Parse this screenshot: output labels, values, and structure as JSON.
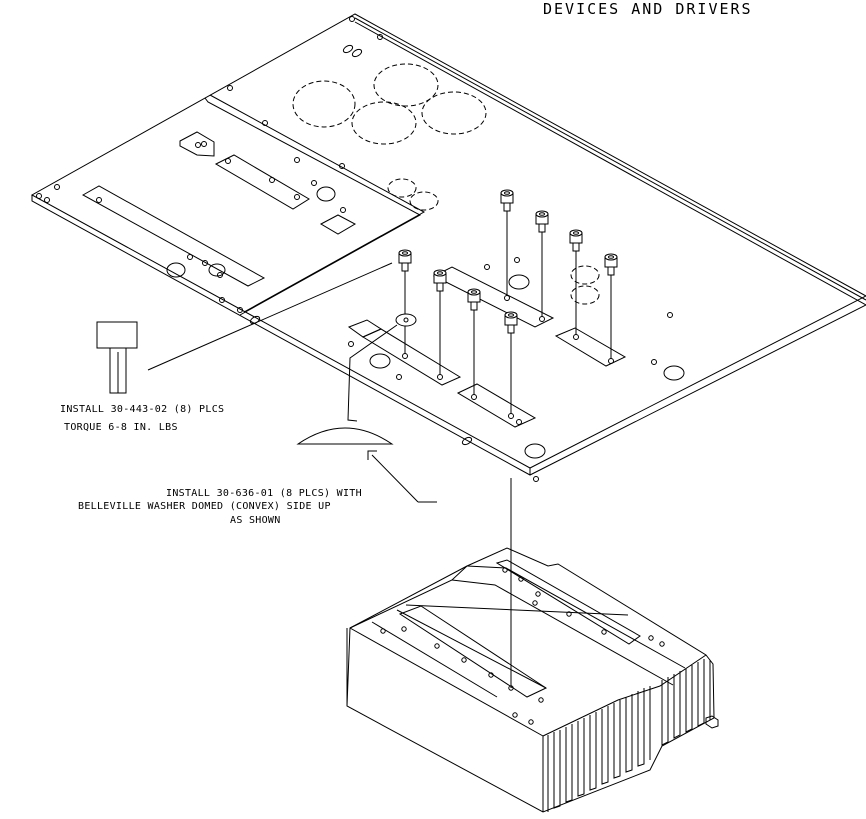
{
  "title": "DEVICES AND DRIVERS",
  "notes": {
    "screw_install": "INSTALL 30-443-02 (8) PLCS",
    "screw_torque": "TORQUE 6-8 IN. LBS",
    "washer_install_line1": "INSTALL 30-636-01 (8 PLCS) WITH",
    "washer_install_line2": "BELLEVILLE WASHER DOMED (CONVEX) SIDE UP",
    "washer_install_line3": "AS SHOWN"
  },
  "icons": {
    "screw": "socket-head-cap-screw-icon",
    "washer": "belleville-washer-icon",
    "plate": "mounting-plate",
    "heatsink": "finned-heatsink"
  },
  "colors": {
    "line": "#000000",
    "background": "#ffffff"
  }
}
